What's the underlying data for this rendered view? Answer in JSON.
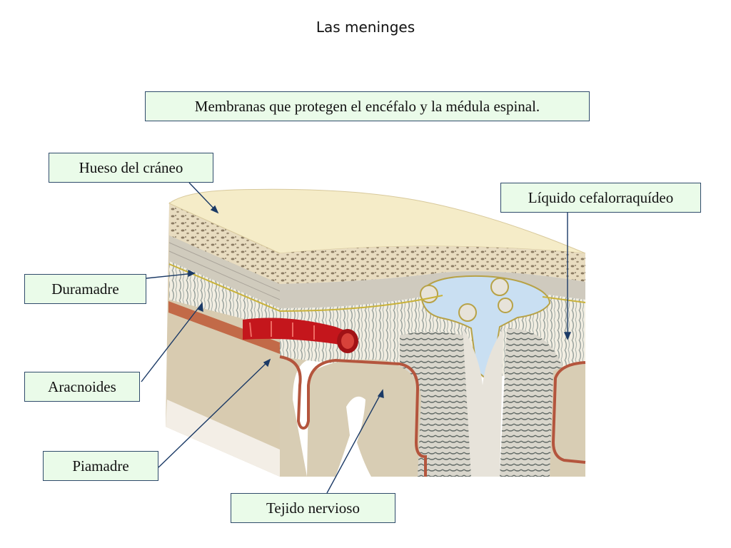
{
  "title": "Las meninges",
  "subtitle": "Membranas que protegen el encéfalo y la médula espinal.",
  "labels": {
    "skull_bone": "Hueso del cráneo",
    "csf": "Líquido cefalorraquídeo",
    "dura_mater": "Duramadre",
    "arachnoid": "Aracnoides",
    "pia_mater": "Piamadre",
    "nerve_tissue": "Tejido nervioso"
  },
  "colors": {
    "label_fill": "#eafbe9",
    "label_border": "#2f4b6b",
    "leader_line": "#1b3a66",
    "bone": "#f5ecc8",
    "blood_vessel": "#c4161c",
    "csf": "#c9dff2",
    "pia": "#b4553d"
  }
}
